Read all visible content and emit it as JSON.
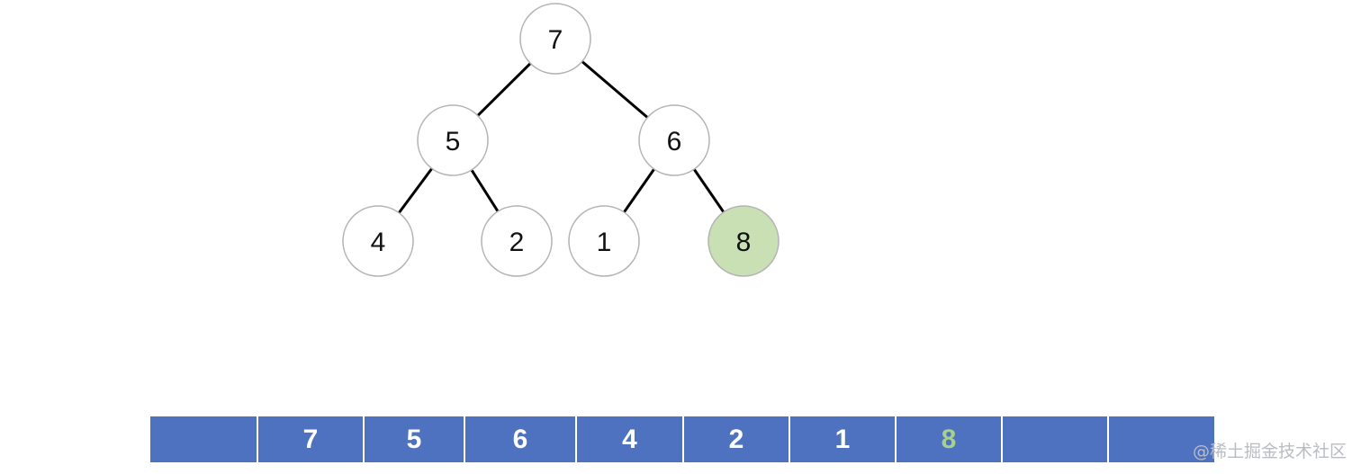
{
  "tree": {
    "nodes": [
      {
        "id": "n0",
        "value": "7",
        "highlighted": false
      },
      {
        "id": "n1",
        "value": "5",
        "highlighted": false
      },
      {
        "id": "n2",
        "value": "6",
        "highlighted": false
      },
      {
        "id": "n3",
        "value": "4",
        "highlighted": false
      },
      {
        "id": "n4",
        "value": "2",
        "highlighted": false
      },
      {
        "id": "n5",
        "value": "1",
        "highlighted": false
      },
      {
        "id": "n6",
        "value": "8",
        "highlighted": true
      }
    ],
    "edges": [
      [
        "n0",
        "n1"
      ],
      [
        "n0",
        "n2"
      ],
      [
        "n1",
        "n3"
      ],
      [
        "n1",
        "n4"
      ],
      [
        "n2",
        "n5"
      ],
      [
        "n2",
        "n6"
      ]
    ]
  },
  "array": {
    "cells": [
      {
        "value": "",
        "highlighted": false
      },
      {
        "value": "7",
        "highlighted": false
      },
      {
        "value": "5",
        "highlighted": false
      },
      {
        "value": "6",
        "highlighted": false
      },
      {
        "value": "4",
        "highlighted": false
      },
      {
        "value": "2",
        "highlighted": false
      },
      {
        "value": "1",
        "highlighted": false
      },
      {
        "value": "8",
        "highlighted": true
      },
      {
        "value": "",
        "highlighted": false
      },
      {
        "value": "",
        "highlighted": false
      }
    ]
  },
  "colors": {
    "node_fill": "#ffffff",
    "node_stroke": "#b3b3b3",
    "highlight_fill": "#c9dfb4",
    "edge": "#000000",
    "array_bg": "#4e72bf",
    "array_text": "#ffffff",
    "array_highlight_text": "#a8d08d"
  },
  "watermark": "@稀土掘金技术社区"
}
